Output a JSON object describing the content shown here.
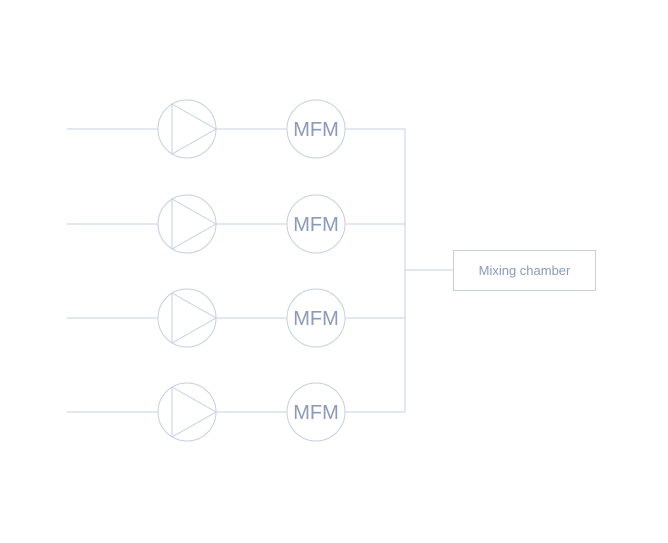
{
  "diagram": {
    "title": "",
    "colors": {
      "stroke": "#c5cfe0",
      "text": "#8a9ab8",
      "background": "#ffffff"
    },
    "rows": [
      {
        "pump_icon": "pump-icon",
        "meter_label": "MFM"
      },
      {
        "pump_icon": "pump-icon",
        "meter_label": "MFM"
      },
      {
        "pump_icon": "pump-icon",
        "meter_label": "MFM"
      },
      {
        "pump_icon": "pump-icon",
        "meter_label": "MFM"
      }
    ],
    "target": {
      "label": "Mixing chamber"
    }
  }
}
